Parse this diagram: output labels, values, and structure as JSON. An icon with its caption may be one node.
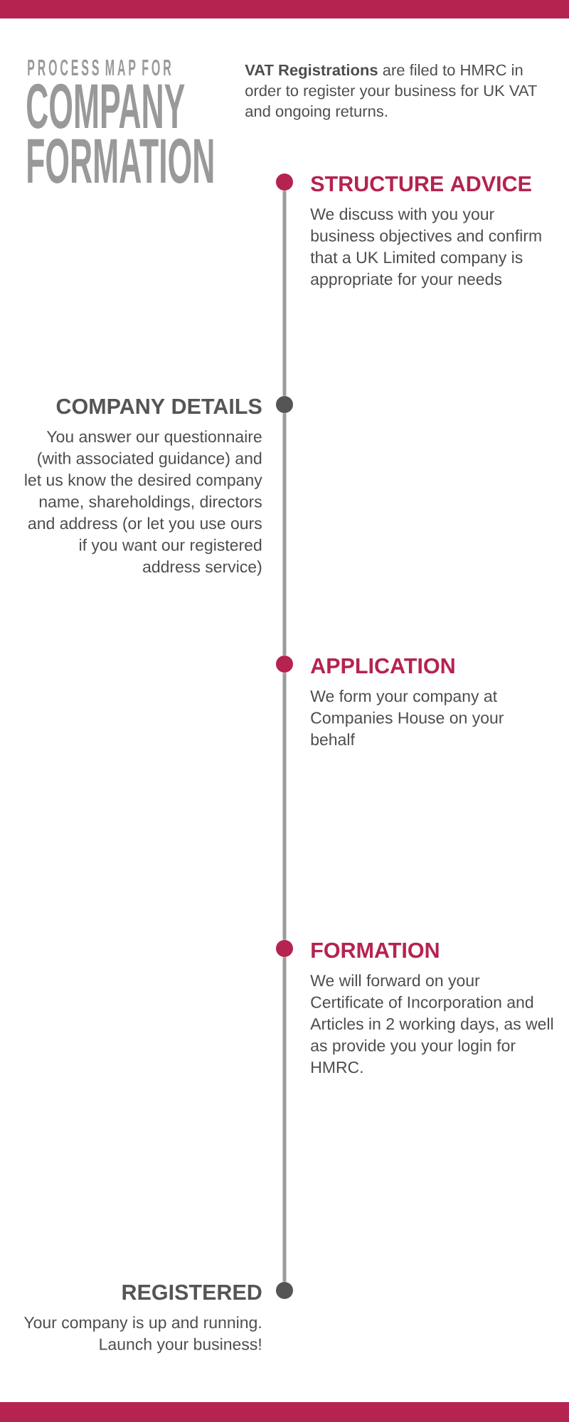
{
  "diagram": {
    "title": "COMPANY FORMATION",
    "nodes": [
      {
        "text": [],
        "shape": "bar"
      },
      {
        "text": [],
        "shape": "circle",
        "beside": [
          "STRUCTURE ADVICE",
          "We discuss with you your business objectives and confirm that a UK Limited company is appropriate for your needs"
        ]
      },
      {
        "text": [],
        "shape": "circle",
        "beside": [
          "COMPANY DETAILS",
          "You answer our questionnaire (with associated guidance) and let us know the desired company name, shareholdings, directors and address (or let you use ours if you want our registered address service)"
        ]
      },
      {
        "text": [],
        "shape": "circle",
        "beside": [
          "APPLICATION",
          "We form your company at Companies House on your behalf"
        ]
      },
      {
        "text": [],
        "shape": "circle",
        "beside": [
          "FORMATION",
          "We will forward on your Certificate of Incorporation and Articles in 2 working days, as well as provide you your login for HMRC."
        ]
      },
      {
        "text": [],
        "shape": "circle",
        "beside": [
          "REGISTERED",
          "Your company is up and running. Launch your business!"
        ]
      },
      {
        "text": [],
        "shape": "bar"
      }
    ],
    "edges": [
      {
        "from": 1,
        "to": 2,
        "arrow": "none"
      },
      {
        "from": 2,
        "to": 3,
        "arrow": "none"
      },
      {
        "from": 3,
        "to": 4,
        "arrow": "none"
      },
      {
        "from": 4,
        "to": 5,
        "arrow": "none"
      }
    ],
    "labels": [
      "PROCESS MAP FOR",
      "**VAT Registrations** are filed to HMRC in order to register your business for UK VAT and ongoing returns."
    ]
  }
}
